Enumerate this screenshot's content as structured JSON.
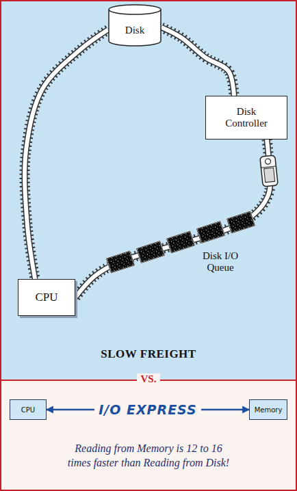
{
  "diagram": {
    "caption": "Reading from Memory is 12 to 16 times faster than Reading from Disk!",
    "nodes": [
      {
        "text": [
          "Disk"
        ]
      },
      {
        "text": [
          "Disk Controller"
        ]
      },
      {
        "text": [
          "CPU"
        ]
      },
      {
        "text": [
          "CPU"
        ]
      },
      {
        "text": [
          "Memory"
        ]
      }
    ],
    "edges": [
      {
        "from": 0,
        "to": 1,
        "arrow": "none"
      },
      {
        "from": 0,
        "to": 2,
        "arrow": "none"
      },
      {
        "from": 1,
        "to": 2,
        "arrow": "none"
      },
      {
        "from": 3,
        "to": 4,
        "label": "I/O EXPRESS",
        "arrow": "both"
      }
    ],
    "labels": [
      "Disk I/O Queue",
      "SLOW FREIGHT",
      "VS."
    ]
  }
}
